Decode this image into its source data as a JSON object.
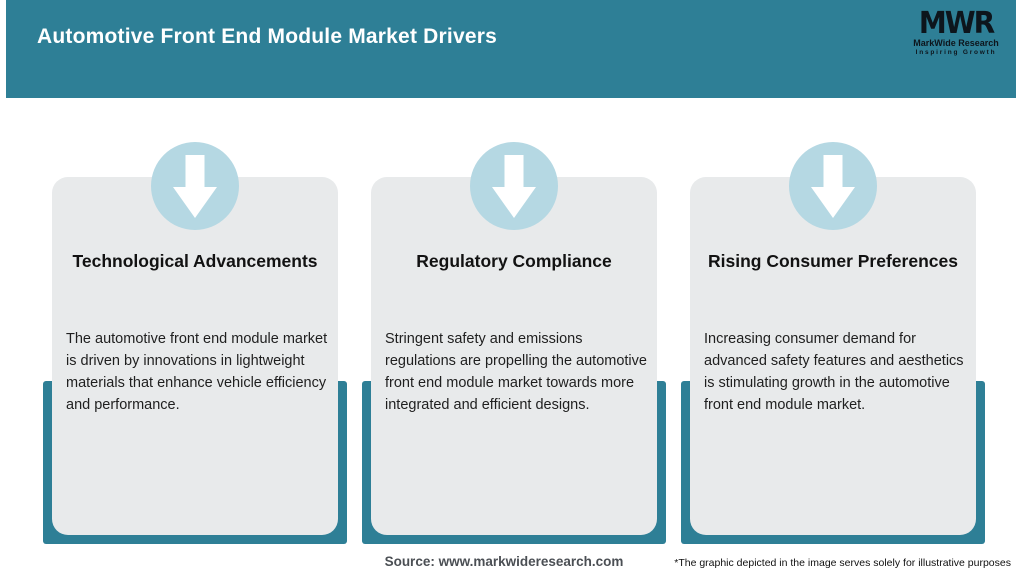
{
  "header": {
    "title": "Automotive Front End Module Market Drivers",
    "logo": {
      "monogram": "MWR",
      "name": "MarkWide Research",
      "tagline": "Inspiring Growth"
    }
  },
  "cards": [
    {
      "icon": "down-arrow-icon",
      "title": "Technological Advancements",
      "description": "The automotive front end module market is driven by innovations in lightweight materials that enhance vehicle efficiency and performance."
    },
    {
      "icon": "down-arrow-icon",
      "title": "Regulatory Compliance",
      "description": "Stringent safety and emissions regulations are propelling the automotive front end module market towards more integrated and efficient designs."
    },
    {
      "icon": "down-arrow-icon",
      "title": "Rising Consumer Preferences",
      "description": "Increasing consumer demand for advanced safety features and aesthetics is stimulating growth in the automotive front end module market."
    }
  ],
  "footer": {
    "source": "Source: www.markwideresearch.com",
    "disclaimer": "*The graphic depicted in the image serves solely for illustrative purposes"
  },
  "colors": {
    "header_teal": "#2e7f96",
    "card_background": "#e8eaeb",
    "icon_circle_blue": "#b5d8e3",
    "arrow_white": "#ffffff"
  }
}
